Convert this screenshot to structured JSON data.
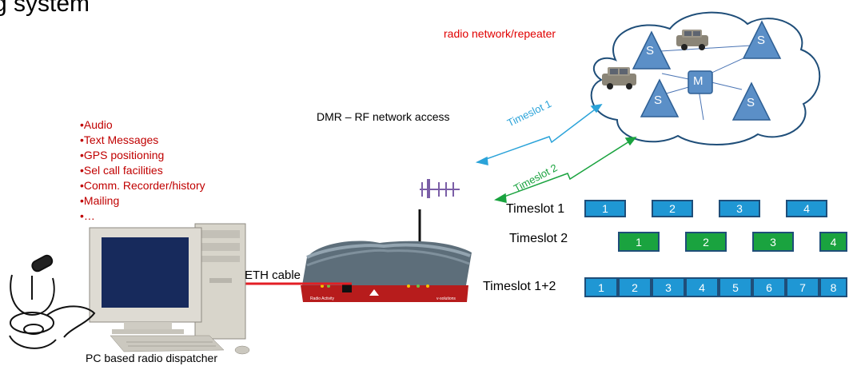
{
  "title_fragment": "g system",
  "features": [
    "•Audio",
    "•Text Messages",
    "•GPS positioning",
    "•Sel call facilities",
    "•Comm. Recorder/history",
    "•Mailing",
    "•…"
  ],
  "dispatcher_label": "PC based radio dispatcher",
  "eth_label": "ETH cable",
  "dmr_label": "DMR – RF network access",
  "network_label": "radio network/repeater",
  "timeslot_link_1": "Timeslot 1",
  "timeslot_link_2": "Timeslot 2",
  "cloud_nodes": {
    "slave": "S",
    "master": "M"
  },
  "device_labels": {
    "left": "Radio Activity",
    "right": "v-solutions"
  },
  "timeslots": {
    "row1": {
      "label": "Timeslot 1",
      "cells": [
        "1",
        "2",
        "3",
        "4"
      ]
    },
    "row2": {
      "label": "Timeslot 2",
      "cells": [
        "1",
        "2",
        "3",
        "4"
      ]
    },
    "row3": {
      "label": "Timeslot 1+2",
      "cells": [
        "1",
        "2",
        "3",
        "4",
        "5",
        "6",
        "7",
        "8"
      ]
    }
  },
  "colors": {
    "feature_text": "#c00000",
    "network_text": "#e00000",
    "timeslot1": "#1f97d4",
    "timeslot2": "#1aa33f",
    "node": "#5b8fc7",
    "device": "#b71c1c"
  }
}
